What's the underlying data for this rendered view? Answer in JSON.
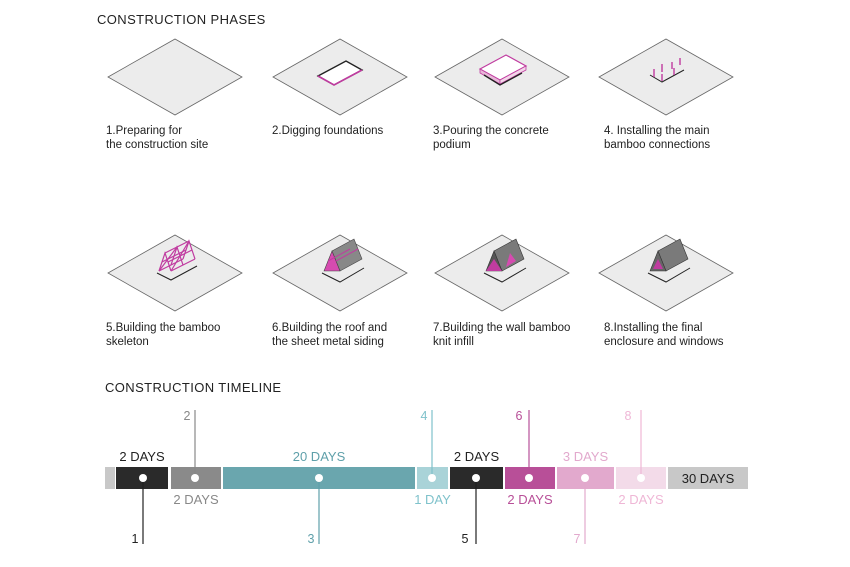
{
  "phases_title": "CONSTRUCTION PHASES",
  "timeline_title": "CONSTRUCTION TIMELINE",
  "phases": [
    {
      "l1": "1.Preparing for",
      "l2": "the construction site"
    },
    {
      "l1": "2.Digging foundations",
      "l2": ""
    },
    {
      "l1": "3.Pouring the concrete",
      "l2": "podium"
    },
    {
      "l1": "4. Installing the main",
      "l2": "bamboo connections"
    },
    {
      "l1": "5.Building the bamboo",
      "l2": "skeleton"
    },
    {
      "l1": "6.Building the roof and",
      "l2": "the sheet metal siding"
    },
    {
      "l1": "7.Building the wall bamboo",
      "l2": "knit infill"
    },
    {
      "l1": "8.Installing the final",
      "l2": "enclosure and windows"
    }
  ],
  "timeline": {
    "segments": [
      {
        "step": "1",
        "duration": "2 DAYS",
        "color": "#2a2a2a"
      },
      {
        "step": "2",
        "duration": "2 DAYS",
        "color": "#8a8a8a"
      },
      {
        "step": "3",
        "duration": "20 DAYS",
        "color": "#6aa6ae"
      },
      {
        "step": "4",
        "duration": "1 DAY",
        "color": "#a9d3d8"
      },
      {
        "step": "5",
        "duration": "2 DAYS",
        "color": "#2a2a2a"
      },
      {
        "step": "6",
        "duration": "2 DAYS",
        "color": "#b84f98"
      },
      {
        "step": "7",
        "duration": "3 DAYS",
        "color": "#e2a9cd"
      },
      {
        "step": "8",
        "duration": "2 DAYS",
        "color": "#f3dbe9"
      }
    ],
    "total": "30 DAYS",
    "total_color": "#c8c8c8",
    "start_cap_color": "#c8c8c8"
  }
}
